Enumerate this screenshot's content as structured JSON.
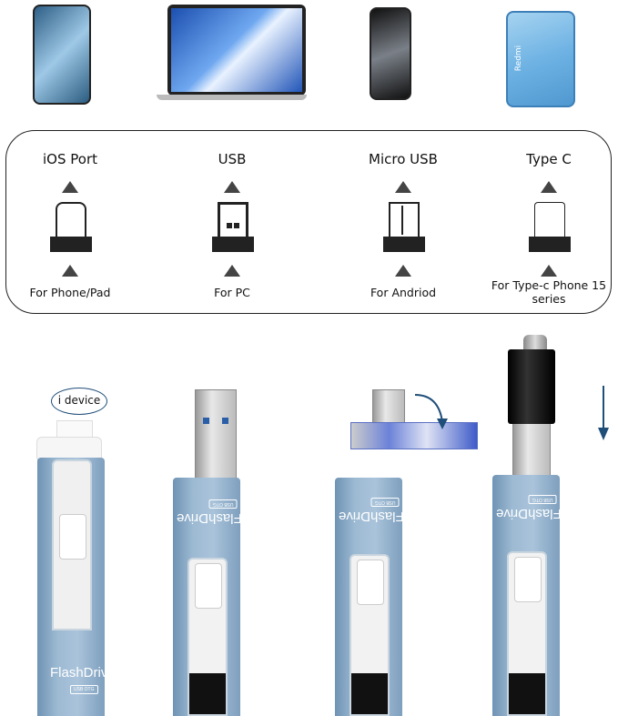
{
  "devices": [
    "iphone",
    "laptop",
    "samsung-phone",
    "redmi-phone"
  ],
  "redmi_label": "Redmi",
  "ports": [
    {
      "title": "iOS Port",
      "label": "For Phone/Pad",
      "icon": "lightning-port-icon"
    },
    {
      "title": "USB",
      "label": "For PC",
      "icon": "usb-a-port-icon"
    },
    {
      "title": "Micro USB",
      "label": "For Andriod",
      "icon": "micro-usb-port-icon"
    },
    {
      "title": "Type C",
      "label": "For Type-c Phone 15 series",
      "icon": "type-c-port-icon"
    }
  ],
  "drives": {
    "callout": "i device",
    "brand": "FlashDrive",
    "badge": "USB OTG"
  },
  "colors": {
    "drive": "#9dbad3",
    "arrow": "#1f4e79",
    "outline": "#222222"
  }
}
